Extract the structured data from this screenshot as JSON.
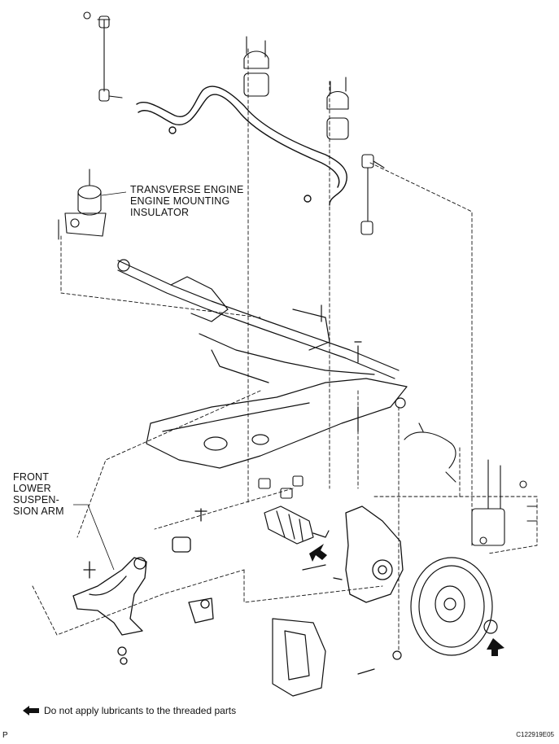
{
  "labels": {
    "engine_insulator": [
      "TRANSVERSE ENGINE",
      "ENGINE MOUNTING",
      "INSULATOR"
    ],
    "lower_arm": [
      "FRONT",
      "LOWER",
      "SUSPEN-",
      "SION ARM"
    ]
  },
  "legend": {
    "icon": "black-arrow-icon",
    "text": "Do not apply lubricants to the threaded parts"
  },
  "footer": {
    "left_mark": "P",
    "figure_code": "C122919E05"
  }
}
